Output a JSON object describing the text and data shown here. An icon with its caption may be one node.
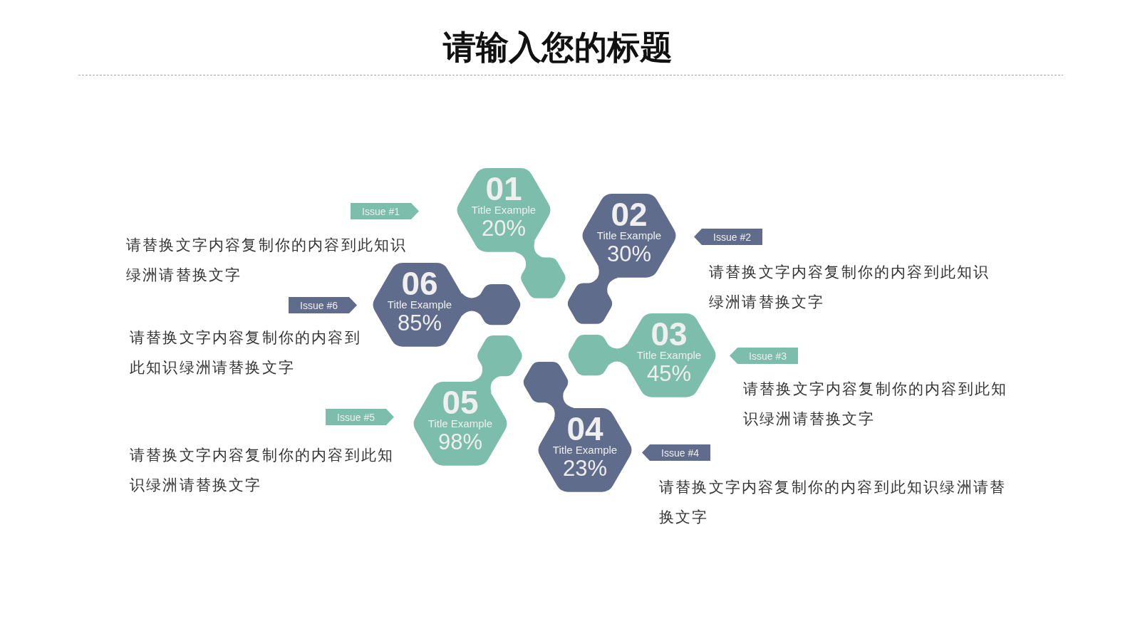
{
  "diagram": {
    "title": "请输入您的标题",
    "nodes": [
      {
        "text": [
          "01",
          "Title Example",
          "20%"
        ]
      },
      {
        "text": [],
        "shape": "hexagon"
      },
      {
        "text": [
          "Issue #1"
        ]
      },
      {
        "text": [
          "02",
          "Title Example",
          "30%"
        ]
      },
      {
        "text": [],
        "shape": "hexagon"
      },
      {
        "text": [
          "Issue #2"
        ]
      },
      {
        "text": [
          "03",
          "Title Example",
          "45%"
        ]
      },
      {
        "text": [],
        "shape": "hexagon"
      },
      {
        "text": [
          "Issue #3"
        ]
      },
      {
        "text": [
          "04",
          "Title Example",
          "23%"
        ]
      },
      {
        "text": [],
        "shape": "hexagon"
      },
      {
        "text": [
          "Issue #4"
        ]
      },
      {
        "text": [
          "05",
          "Title Example",
          "98%"
        ]
      },
      {
        "text": [],
        "shape": "hexagon"
      },
      {
        "text": [
          "Issue #5"
        ]
      },
      {
        "text": [
          "06",
          "Title Example",
          "85%"
        ]
      },
      {
        "text": [],
        "shape": "hexagon"
      },
      {
        "text": [
          "Issue #6"
        ]
      }
    ],
    "labels": [
      "请替换文字内容复制你的内容到此知识绿洲请替换文字",
      "请替换文字内容复制你的内容到此知识绿洲请替换文字",
      "请替换文字内容复制你的内容到此知识绿洲请替换文字",
      "请替换文字内容复制你的内容到此知识绿洲请替换文字",
      "请替换文字内容复制你的内容到此知识绿洲请替换文字",
      "请替换文字内容复制你的内容到此知识绿洲请替换文字"
    ]
  }
}
